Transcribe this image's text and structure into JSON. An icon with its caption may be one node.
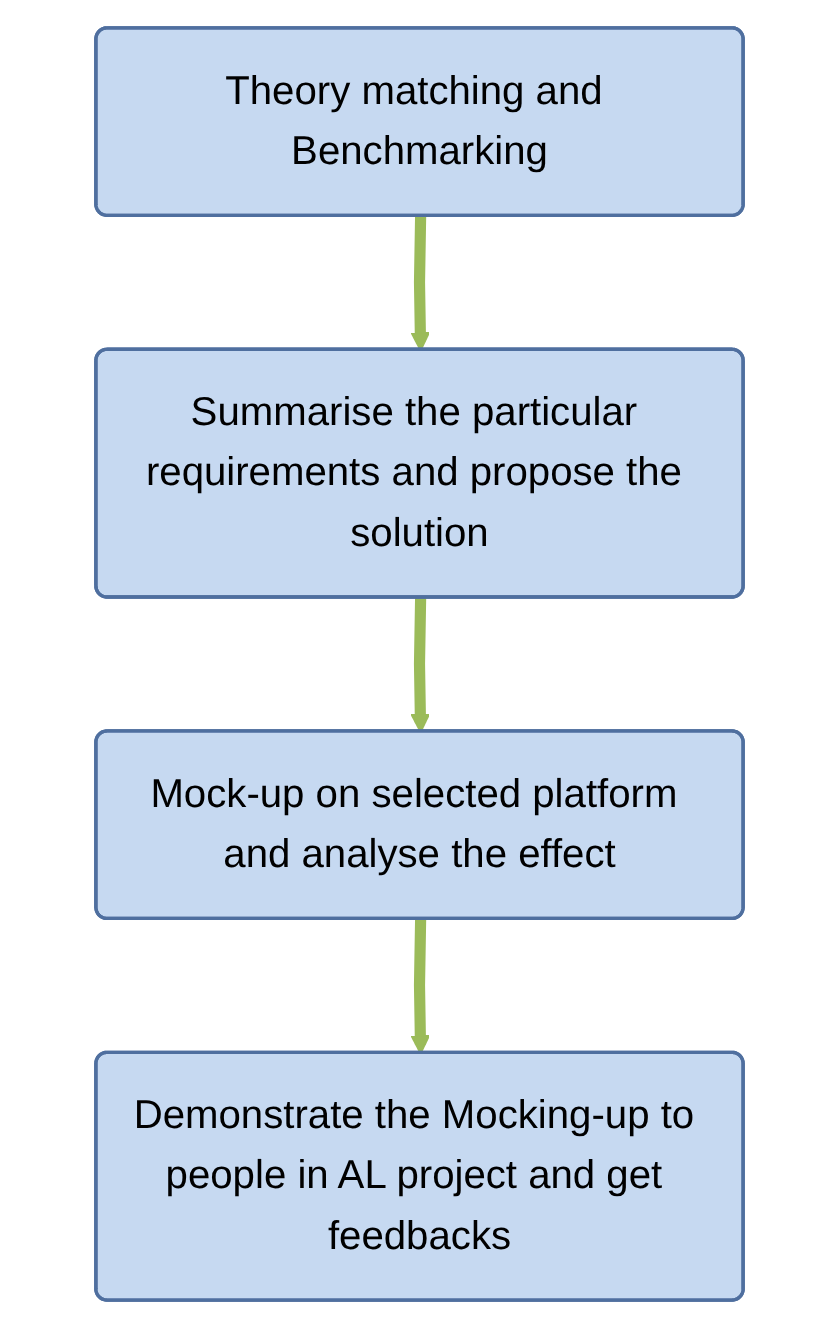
{
  "diagram": {
    "nodes": [
      {
        "text": [
          "Theory matching and Benchmarking"
        ]
      },
      {
        "text": [
          "Summarise the particular requirements and propose the solution"
        ]
      },
      {
        "text": [
          "Mock-up on selected platform and analyse the effect"
        ]
      },
      {
        "text": [
          "Demonstrate the Mocking-up to people in AL project and get feedbacks"
        ]
      }
    ],
    "edges": [
      {
        "from": 0,
        "to": 1,
        "arrow": "to"
      },
      {
        "from": 1,
        "to": 2,
        "arrow": "to"
      },
      {
        "from": 2,
        "to": 3,
        "arrow": "to"
      }
    ]
  }
}
